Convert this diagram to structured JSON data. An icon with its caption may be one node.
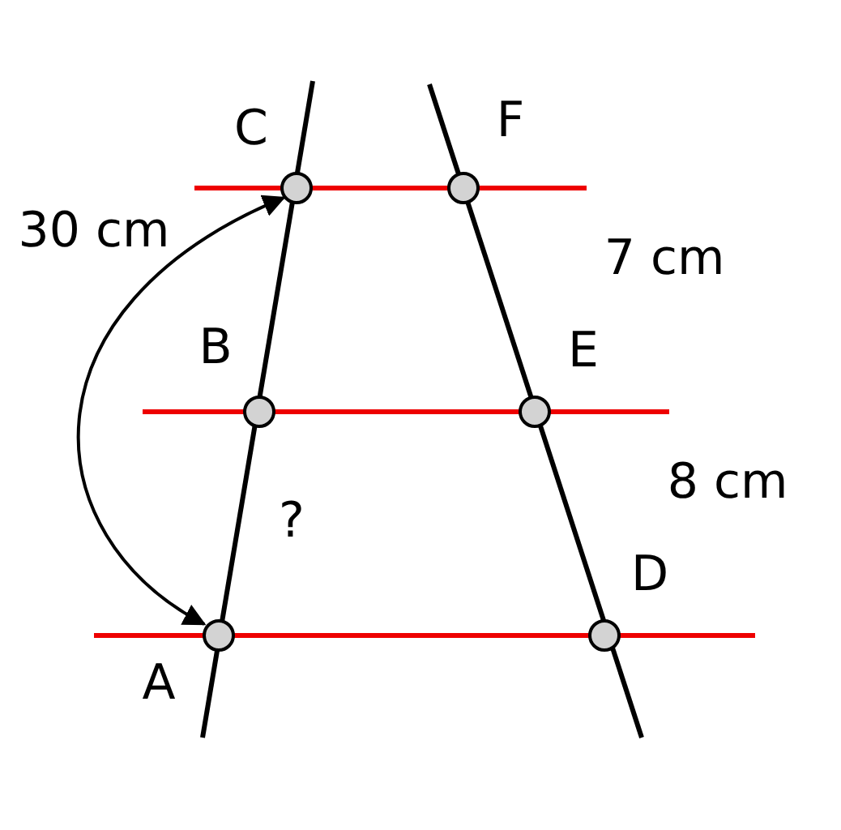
{
  "diagram": {
    "nodes": [
      {
        "text": [],
        "shape": "circle",
        "beside": [
          "C"
        ]
      },
      {
        "text": [],
        "shape": "circle",
        "beside": [
          "F"
        ]
      },
      {
        "text": [],
        "shape": "circle",
        "beside": [
          "B"
        ]
      },
      {
        "text": [],
        "shape": "circle",
        "beside": [
          "E"
        ]
      },
      {
        "text": [],
        "shape": "circle",
        "beside": [
          "A"
        ]
      },
      {
        "text": [],
        "shape": "circle",
        "beside": [
          "D"
        ]
      }
    ],
    "edges": [
      {
        "from": 0,
        "to": 4,
        "arrow": "both",
        "label": "30 cm"
      }
    ],
    "labels": [
      "7 cm",
      "8 cm",
      "?"
    ]
  }
}
